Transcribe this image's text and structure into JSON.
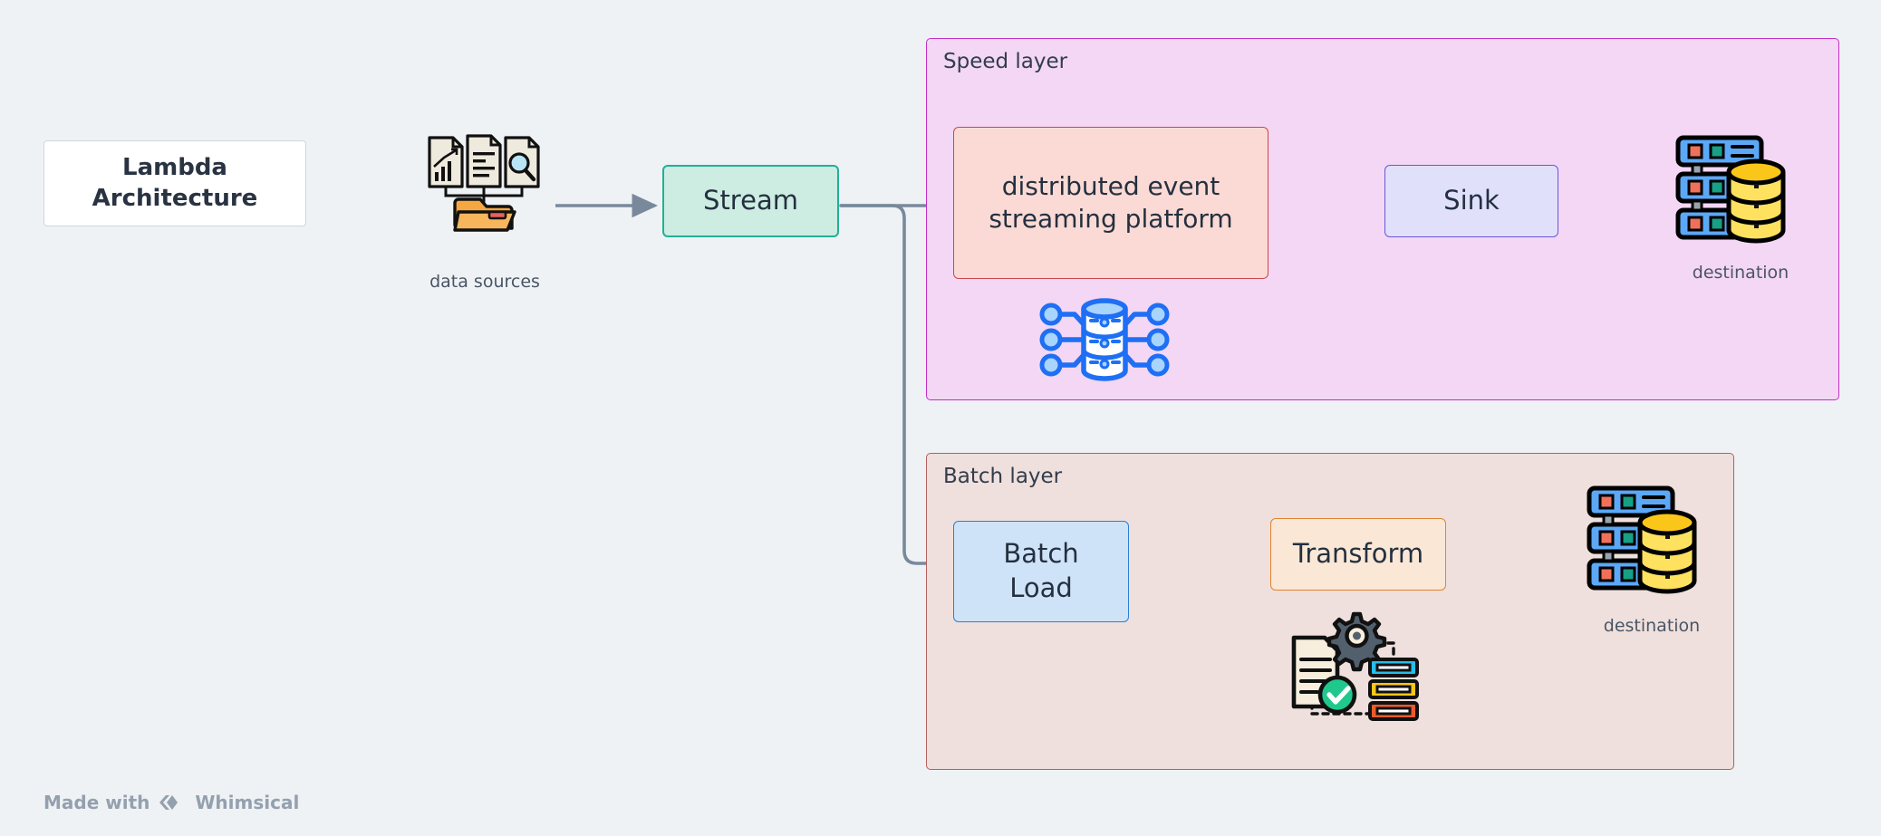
{
  "title_card": {
    "line1": "Lambda",
    "line2": "Architecture"
  },
  "nodes": {
    "stream": "Stream",
    "distributed_event_streaming_platform": "distributed event streaming platform",
    "sink": "Sink",
    "batch_load": "Batch Load",
    "transform": "Transform"
  },
  "layers": {
    "speed": {
      "label": "Speed layer"
    },
    "batch": {
      "label": "Batch layer"
    }
  },
  "captions": {
    "data_sources": "data sources",
    "speed_destination": "destination",
    "batch_destination": "destination"
  },
  "icons": {
    "data_sources": "data-sources-folder-icon",
    "distributed_database": "distributed-database-icon",
    "speed_destination": "server-database-icon",
    "batch_destination": "server-database-icon",
    "etl_process": "etl-document-gear-icon",
    "whimsical_logo": "whimsical-diamond-logo"
  },
  "footer": {
    "made_with": "Made with",
    "brand": "Whimsical"
  },
  "colors": {
    "background": "#eff2f5",
    "arrow": "#78899c",
    "speed_layer_fill": "#f3d7f5",
    "speed_layer_border": "#c22ec6",
    "batch_layer_fill": "#efe0dd",
    "batch_layer_border": "#b4605c",
    "stream_fill": "#cdece2",
    "stream_border": "#22b097",
    "desp_fill": "#fbdad5",
    "desp_border": "#c9484f",
    "sink_fill": "#e0e0fb",
    "sink_border": "#6b57d6",
    "batch_load_fill": "#cfe3f8",
    "batch_load_border": "#2a7fd4",
    "transform_fill": "#fbe7d5",
    "transform_border": "#e08334"
  }
}
